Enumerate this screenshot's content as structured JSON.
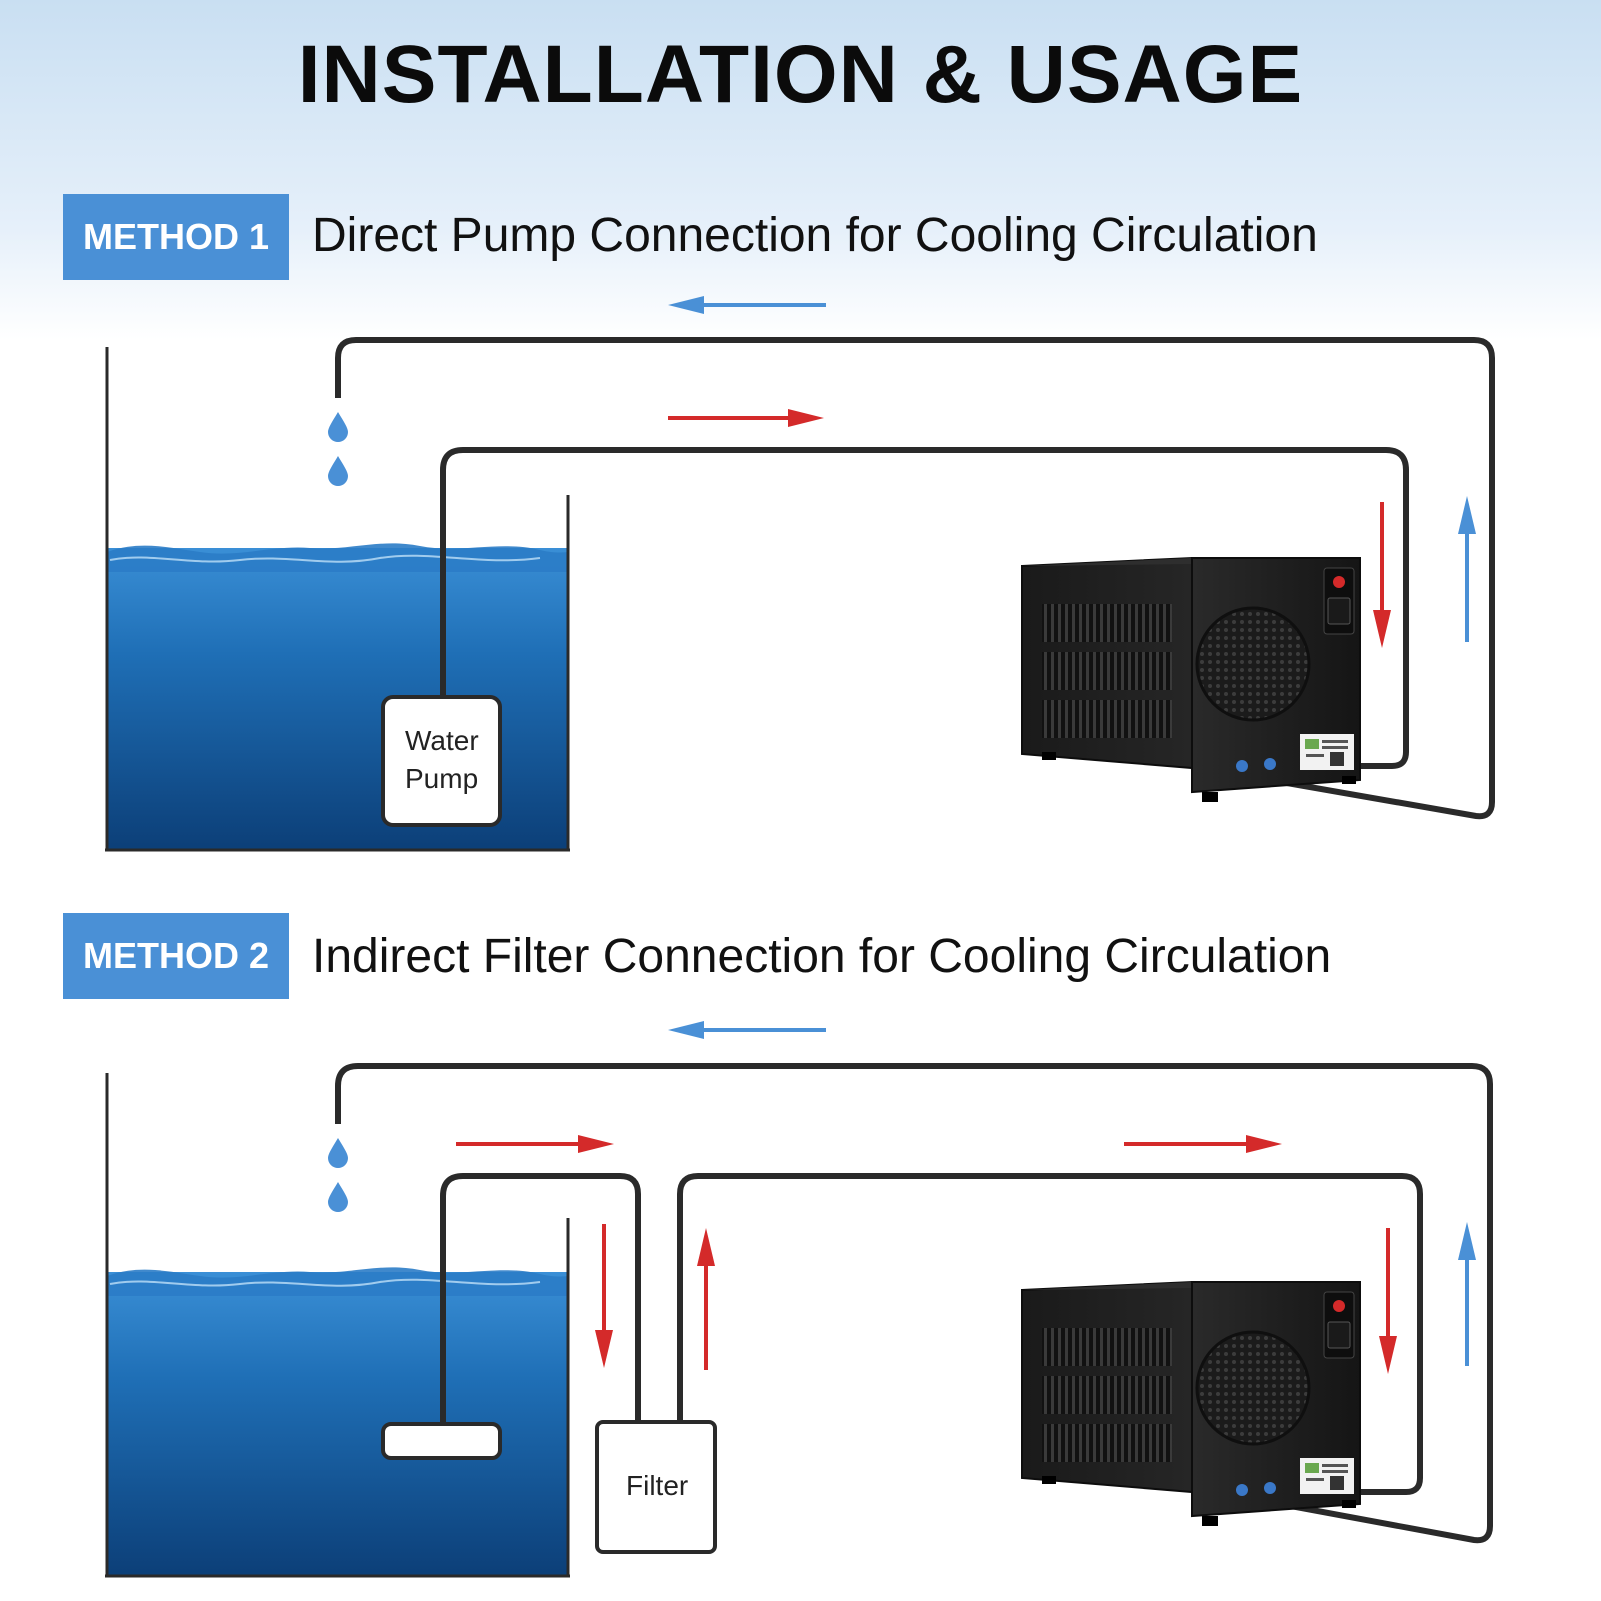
{
  "title": "INSTALLATION & USAGE",
  "methods": [
    {
      "badge": "METHOD 1",
      "heading": "Direct Pump Connection for Cooling Circulation",
      "pump_label_line1": "Water",
      "pump_label_line2": "Pump"
    },
    {
      "badge": "METHOD 2",
      "heading": "Indirect Filter Connection for Cooling Circulation",
      "filter_label": "Filter"
    }
  ],
  "colors": {
    "badge": "#4a90d6",
    "flow_hot": "#d42a2a",
    "flow_cold": "#4a90d6",
    "water": "#1d6fb5",
    "pipe": "#2a2a2a",
    "chiller": "#1c1c1c"
  }
}
